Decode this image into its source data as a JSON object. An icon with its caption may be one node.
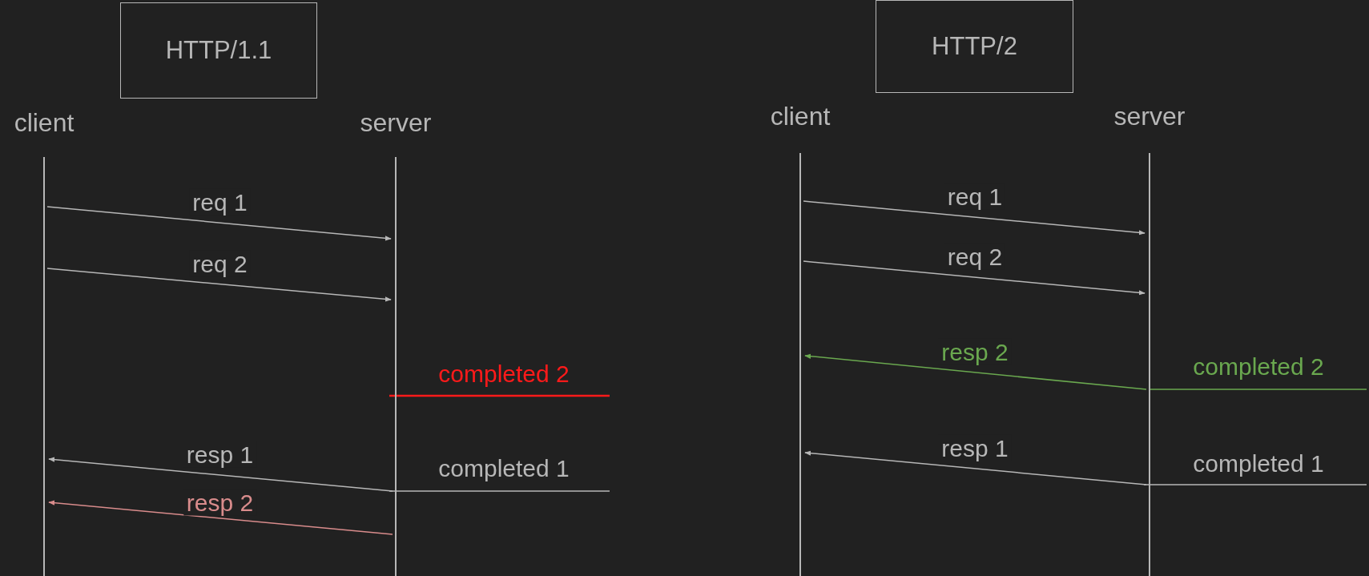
{
  "diagram": {
    "nodes": [
      {
        "text": [
          "HTTP/1.1"
        ]
      },
      {
        "text": [
          "client"
        ]
      },
      {
        "text": [
          "server"
        ]
      },
      {
        "text": [
          "HTTP/2"
        ]
      },
      {
        "text": [
          "client"
        ]
      },
      {
        "text": [
          "server"
        ]
      }
    ],
    "edges": [
      {
        "from": 1,
        "to": 2,
        "arrow": "to",
        "label": "req 1"
      },
      {
        "from": 1,
        "to": 2,
        "arrow": "to",
        "label": "req 2"
      },
      {
        "from": 2,
        "to": 1,
        "arrow": "to",
        "label": "resp 1"
      },
      {
        "from": 2,
        "to": 1,
        "arrow": "to",
        "label": "resp 2",
        "color": "#d98c8c"
      },
      {
        "from": 4,
        "to": 5,
        "arrow": "to",
        "label": "req 1"
      },
      {
        "from": 4,
        "to": 5,
        "arrow": "to",
        "label": "req 2"
      },
      {
        "from": 5,
        "to": 4,
        "arrow": "to",
        "label": "resp 2",
        "color": "#6aa84f"
      },
      {
        "from": 5,
        "to": 4,
        "arrow": "to",
        "label": "resp 1"
      }
    ],
    "labels": [
      "completed 2",
      "completed 1",
      "completed 2",
      "completed 1"
    ]
  }
}
